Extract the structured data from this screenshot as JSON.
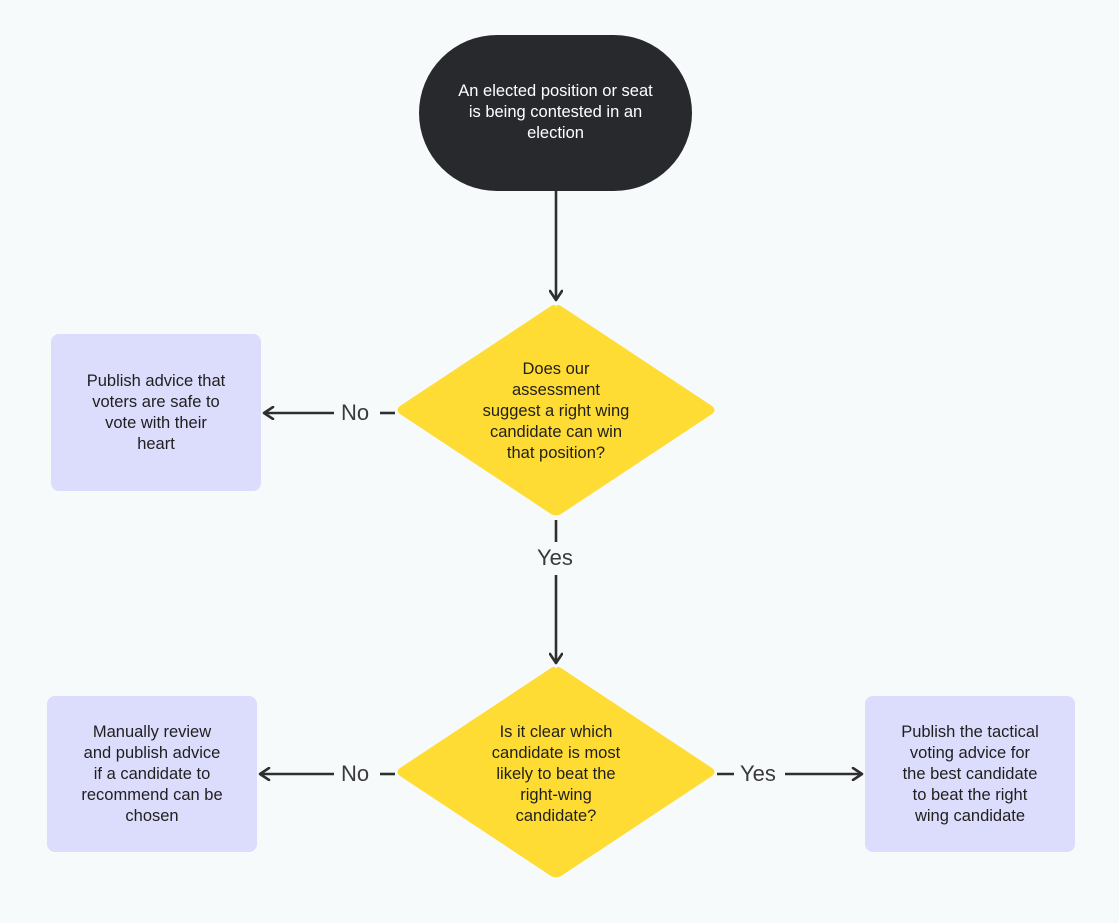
{
  "colors": {
    "background": "#f6fafa",
    "start_fill": "#28292d",
    "start_text": "#ffffff",
    "decision_fill": "#ffdc33",
    "box_fill": "#dcdcfc",
    "arrow": "#2f2f2f",
    "label_text": "#3a3a3a"
  },
  "nodes": {
    "start": {
      "text": "An elected position or seat\nis being contested in an\nelection"
    },
    "decision_right_wing": {
      "text": "Does our\nassessment\nsuggest a right wing\ncandidate can win\nthat position?"
    },
    "decision_clear": {
      "text": "Is it clear which\ncandidate is most\nlikely to beat the\nright-wing\ncandidate?"
    },
    "box_vote_heart": {
      "text": "Publish advice that\nvoters are safe to\nvote with their\nheart"
    },
    "box_manual_review": {
      "text": "Manually review\nand publish advice\nif a candidate to\nrecommend can be\nchosen"
    },
    "box_tactical": {
      "text": "Publish the tactical\nvoting advice for\nthe best candidate\nto beat the right\nwing candidate"
    }
  },
  "edges": {
    "no_top": "No",
    "yes_middle": "Yes",
    "no_bottom": "No",
    "yes_right": "Yes"
  }
}
